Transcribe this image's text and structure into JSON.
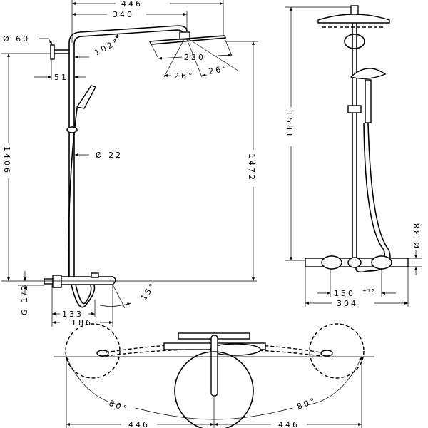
{
  "side_view": {
    "width_total": "446",
    "arm_length": "340",
    "flange_diameter": "Ø 60",
    "arm_angle": "102°",
    "head_diameter": "220",
    "spray_angle_left": "26°",
    "spray_angle_right": "26°",
    "wall_offset": "51",
    "pipe_diameter": "Ø  22",
    "height_lower": "1406",
    "height_head": "1472",
    "thread": "G 1/2",
    "spout_angle": "15°",
    "mixer_depth": "133",
    "spout_depth": "186"
  },
  "front_view": {
    "height_total": "1581",
    "bar_diameter": "Ø 38",
    "inlet_spacing": "150",
    "inlet_tolerance": "±12",
    "mixer_width": "304"
  },
  "top_view": {
    "swivel_left": "80°",
    "swivel_right": "80°",
    "reach_left": "446",
    "reach_right": "446"
  }
}
